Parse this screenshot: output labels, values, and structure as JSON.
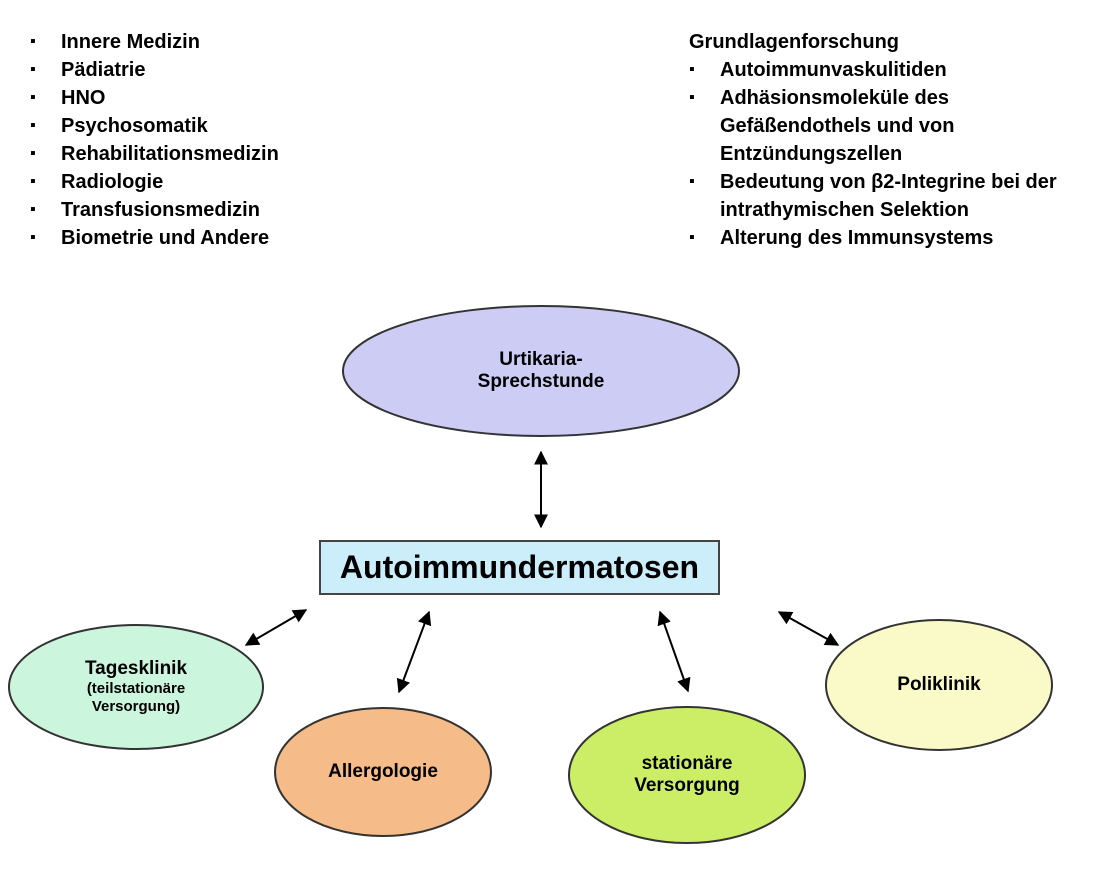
{
  "left_list": [
    "Innere Medizin",
    "Pädiatrie",
    "HNO",
    "Psychosomatik",
    "Rehabilitationsmedizin",
    "Radiologie",
    "Transfusionsmedizin",
    "Biometrie und Andere"
  ],
  "research": {
    "heading": "Grundlagenforschung",
    "items": [
      "Autoimmunvaskulitiden",
      "Adhäsionsmoleküle des Gefäßendothels und von Entzündungszellen",
      "Bedeutung von β2-Integrine bei der intrathymischen Selektion",
      "Alterung des Immunsystems"
    ]
  },
  "center": {
    "label": "Autoimmundermatosen"
  },
  "nodes": {
    "urtikaria": {
      "line1": "Urtikaria-",
      "line2": "Sprechstunde",
      "color": "#ccccf5"
    },
    "tagesklinik": {
      "line1": "Tagesklinik",
      "line2": "(teilstationäre",
      "line3": "Versorgung)",
      "color": "#ccf5dd"
    },
    "allergologie": {
      "label": "Allergologie",
      "color": "#f5bb88"
    },
    "stationaer": {
      "line1": "stationäre",
      "line2": "Versorgung",
      "color": "#ccee66"
    },
    "poliklinik": {
      "label": "Poliklinik",
      "color": "#fafac8"
    }
  }
}
